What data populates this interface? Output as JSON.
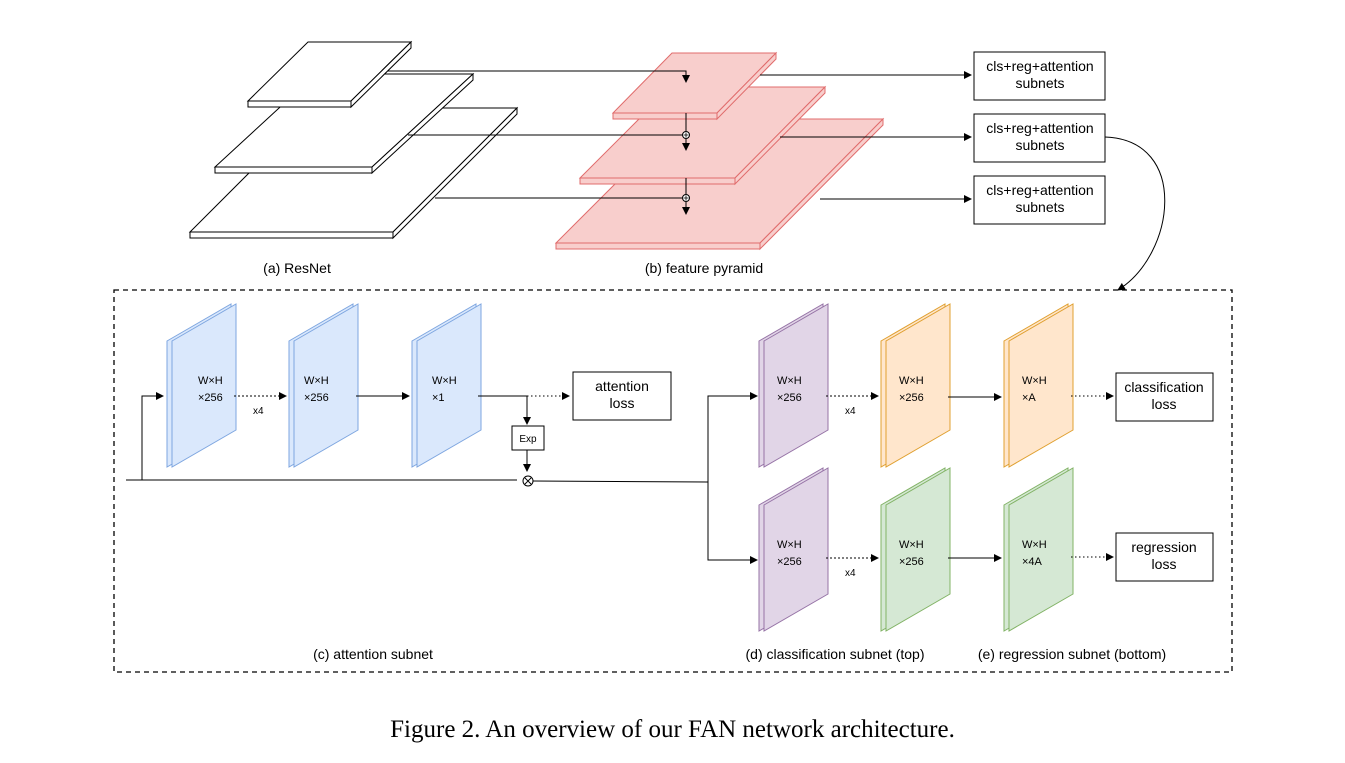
{
  "caption": "Figure 2. An overview of our FAN network architecture.",
  "subfigure_labels": {
    "resnet": "(a) ResNet",
    "feature_pyramid": "(b) feature pyramid",
    "attention_subnet": "(c) attention subnet",
    "classification_subnet": "(d) classification subnet (top)",
    "regression_subnet": "(e) regression subnet (bottom)"
  },
  "output_boxes": [
    {
      "line1": "cls+reg+attention",
      "line2": "subnets"
    },
    {
      "line1": "cls+reg+attention",
      "line2": "subnets"
    },
    {
      "line1": "cls+reg+attention",
      "line2": "subnets"
    }
  ],
  "attention": {
    "layers": [
      {
        "line1": "W×H",
        "line2": "×256"
      },
      {
        "line1": "W×H",
        "line2": "×256"
      },
      {
        "line1": "W×H",
        "line2": "×1"
      }
    ],
    "repeat": "x4",
    "exp": "Exp",
    "loss": {
      "line1": "attention",
      "line2": "loss"
    }
  },
  "classification": {
    "layers": [
      {
        "line1": "W×H",
        "line2": "×256"
      },
      {
        "line1": "W×H",
        "line2": "×256"
      },
      {
        "line1": "W×H",
        "line2": "×A"
      }
    ],
    "repeat": "x4",
    "loss": {
      "line1": "classification",
      "line2": "loss"
    }
  },
  "regression": {
    "layers": [
      {
        "line1": "W×H",
        "line2": "×256"
      },
      {
        "line1": "W×H",
        "line2": "×256"
      },
      {
        "line1": "W×H",
        "line2": "×4A"
      }
    ],
    "repeat": "x4",
    "loss": {
      "line1": "regression",
      "line2": "loss"
    }
  },
  "colors": {
    "pyramid_fill": "#f8cecc",
    "pyramid_stroke": "#e06c6c",
    "blue_fill": "#dae8fc",
    "blue_stroke": "#7ea6e0",
    "purple_fill": "#e1d5e7",
    "purple_stroke": "#9673a6",
    "orange_fill": "#ffe6cc",
    "orange_stroke": "#e0a030",
    "green_fill": "#d5e8d4",
    "green_stroke": "#82b366"
  }
}
